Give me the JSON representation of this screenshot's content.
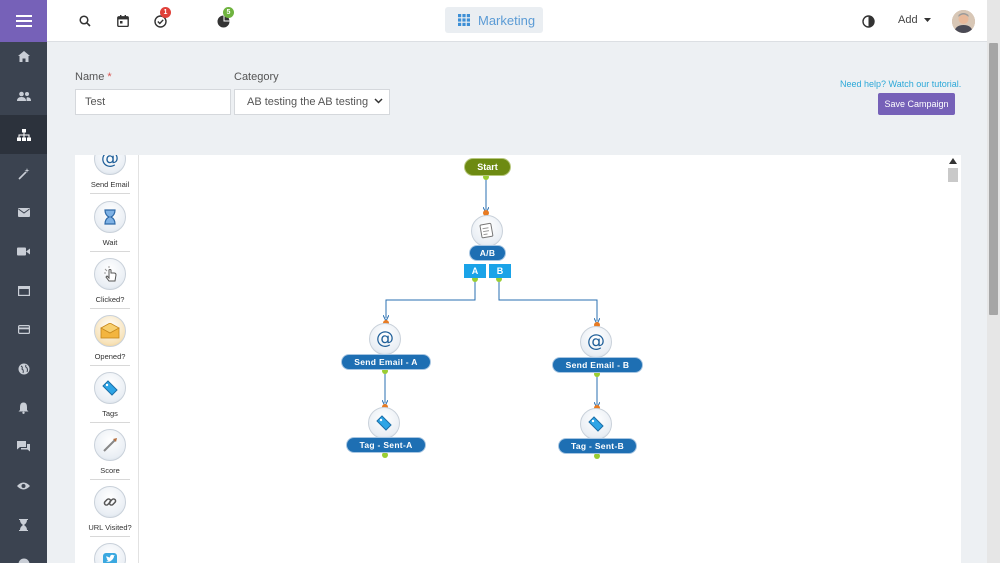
{
  "sidebar": {
    "items": [
      {
        "icon": "home-icon"
      },
      {
        "icon": "contacts-icon"
      },
      {
        "icon": "workflow-icon"
      },
      {
        "icon": "magic-wand-icon"
      },
      {
        "icon": "email-icon"
      },
      {
        "icon": "video-icon"
      },
      {
        "icon": "window-icon"
      },
      {
        "icon": "card-icon"
      },
      {
        "icon": "globe-icon"
      },
      {
        "icon": "bell-icon"
      },
      {
        "icon": "chat-icon"
      },
      {
        "icon": "eye-icon"
      },
      {
        "icon": "hourglass-icon"
      }
    ]
  },
  "topbar": {
    "tasks_badge": "1",
    "deals_badge": "5",
    "app_switch_label": "Marketing",
    "add_label": "Add",
    "colors": {
      "tasks_badge": "#e0413a",
      "deals_badge": "#6fb33f"
    }
  },
  "form": {
    "name_label": "Name",
    "name_required": "*",
    "name_value": "Test",
    "category_label": "Category",
    "category_value": "AB testing the AB testing",
    "help_link": "Need help? Watch our tutorial.",
    "save_label": "Save Campaign"
  },
  "palette": {
    "items": [
      {
        "label": "Send Email",
        "icon": "at-icon"
      },
      {
        "label": "Wait",
        "icon": "hourglass-icon"
      },
      {
        "label": "Clicked?",
        "icon": "click-icon"
      },
      {
        "label": "Opened?",
        "icon": "envelope-icon"
      },
      {
        "label": "Tags",
        "icon": "tag-icon"
      },
      {
        "label": "Score",
        "icon": "score-icon"
      },
      {
        "label": "URL Visited?",
        "icon": "link-icon"
      },
      {
        "label": "",
        "icon": "twitter-icon"
      }
    ]
  },
  "flow": {
    "start": "Start",
    "ab": "A/B",
    "branch_a": "A",
    "branch_b": "B",
    "send_a": "Send Email - A",
    "send_b": "Send Email - B",
    "tag_a": "Tag - Sent-A",
    "tag_b": "Tag - Sent-B"
  },
  "colors": {
    "brand": "#7661b8",
    "sidebar": "#3b4350",
    "node": "#1e6fb3",
    "branch": "#1aa3e8",
    "start": "#6d8a12",
    "connector_in": "#e87b22",
    "connector_out": "#9acd32"
  }
}
